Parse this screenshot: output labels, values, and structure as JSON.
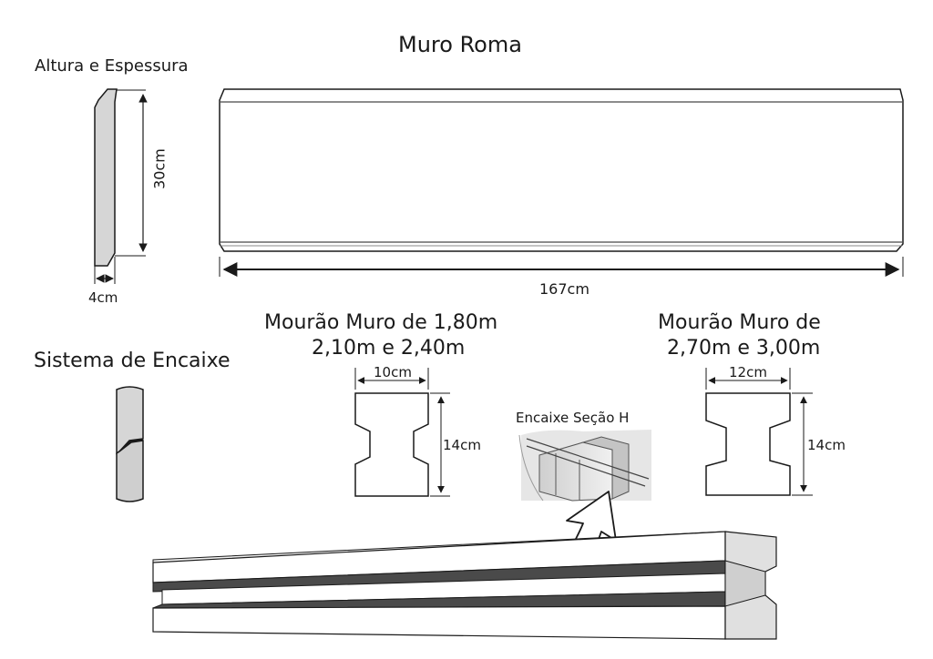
{
  "title": "Muro Roma",
  "thickness_section": {
    "heading": "Altura e Espessura",
    "height_label": "30cm",
    "width_label": "4cm"
  },
  "panel": {
    "length_label": "167cm"
  },
  "fit_system": {
    "heading": "Sistema de Encaixe"
  },
  "post_small": {
    "heading_line1": "Mourão Muro de 1,80m",
    "heading_line2": "2,10m e 2,40m",
    "width_label": "10cm",
    "height_label": "14cm"
  },
  "post_large": {
    "heading_line1": "Mourão Muro de",
    "heading_line2": "2,70m e 3,00m",
    "width_label": "12cm",
    "height_label": "14cm"
  },
  "h_section": {
    "label": "Encaixe Seção H"
  },
  "colors": {
    "stroke": "#1a1a1a",
    "concrete_fill": "#d6d6d6",
    "panel_fill": "#ffffff",
    "shade": "#bdbdbd"
  }
}
